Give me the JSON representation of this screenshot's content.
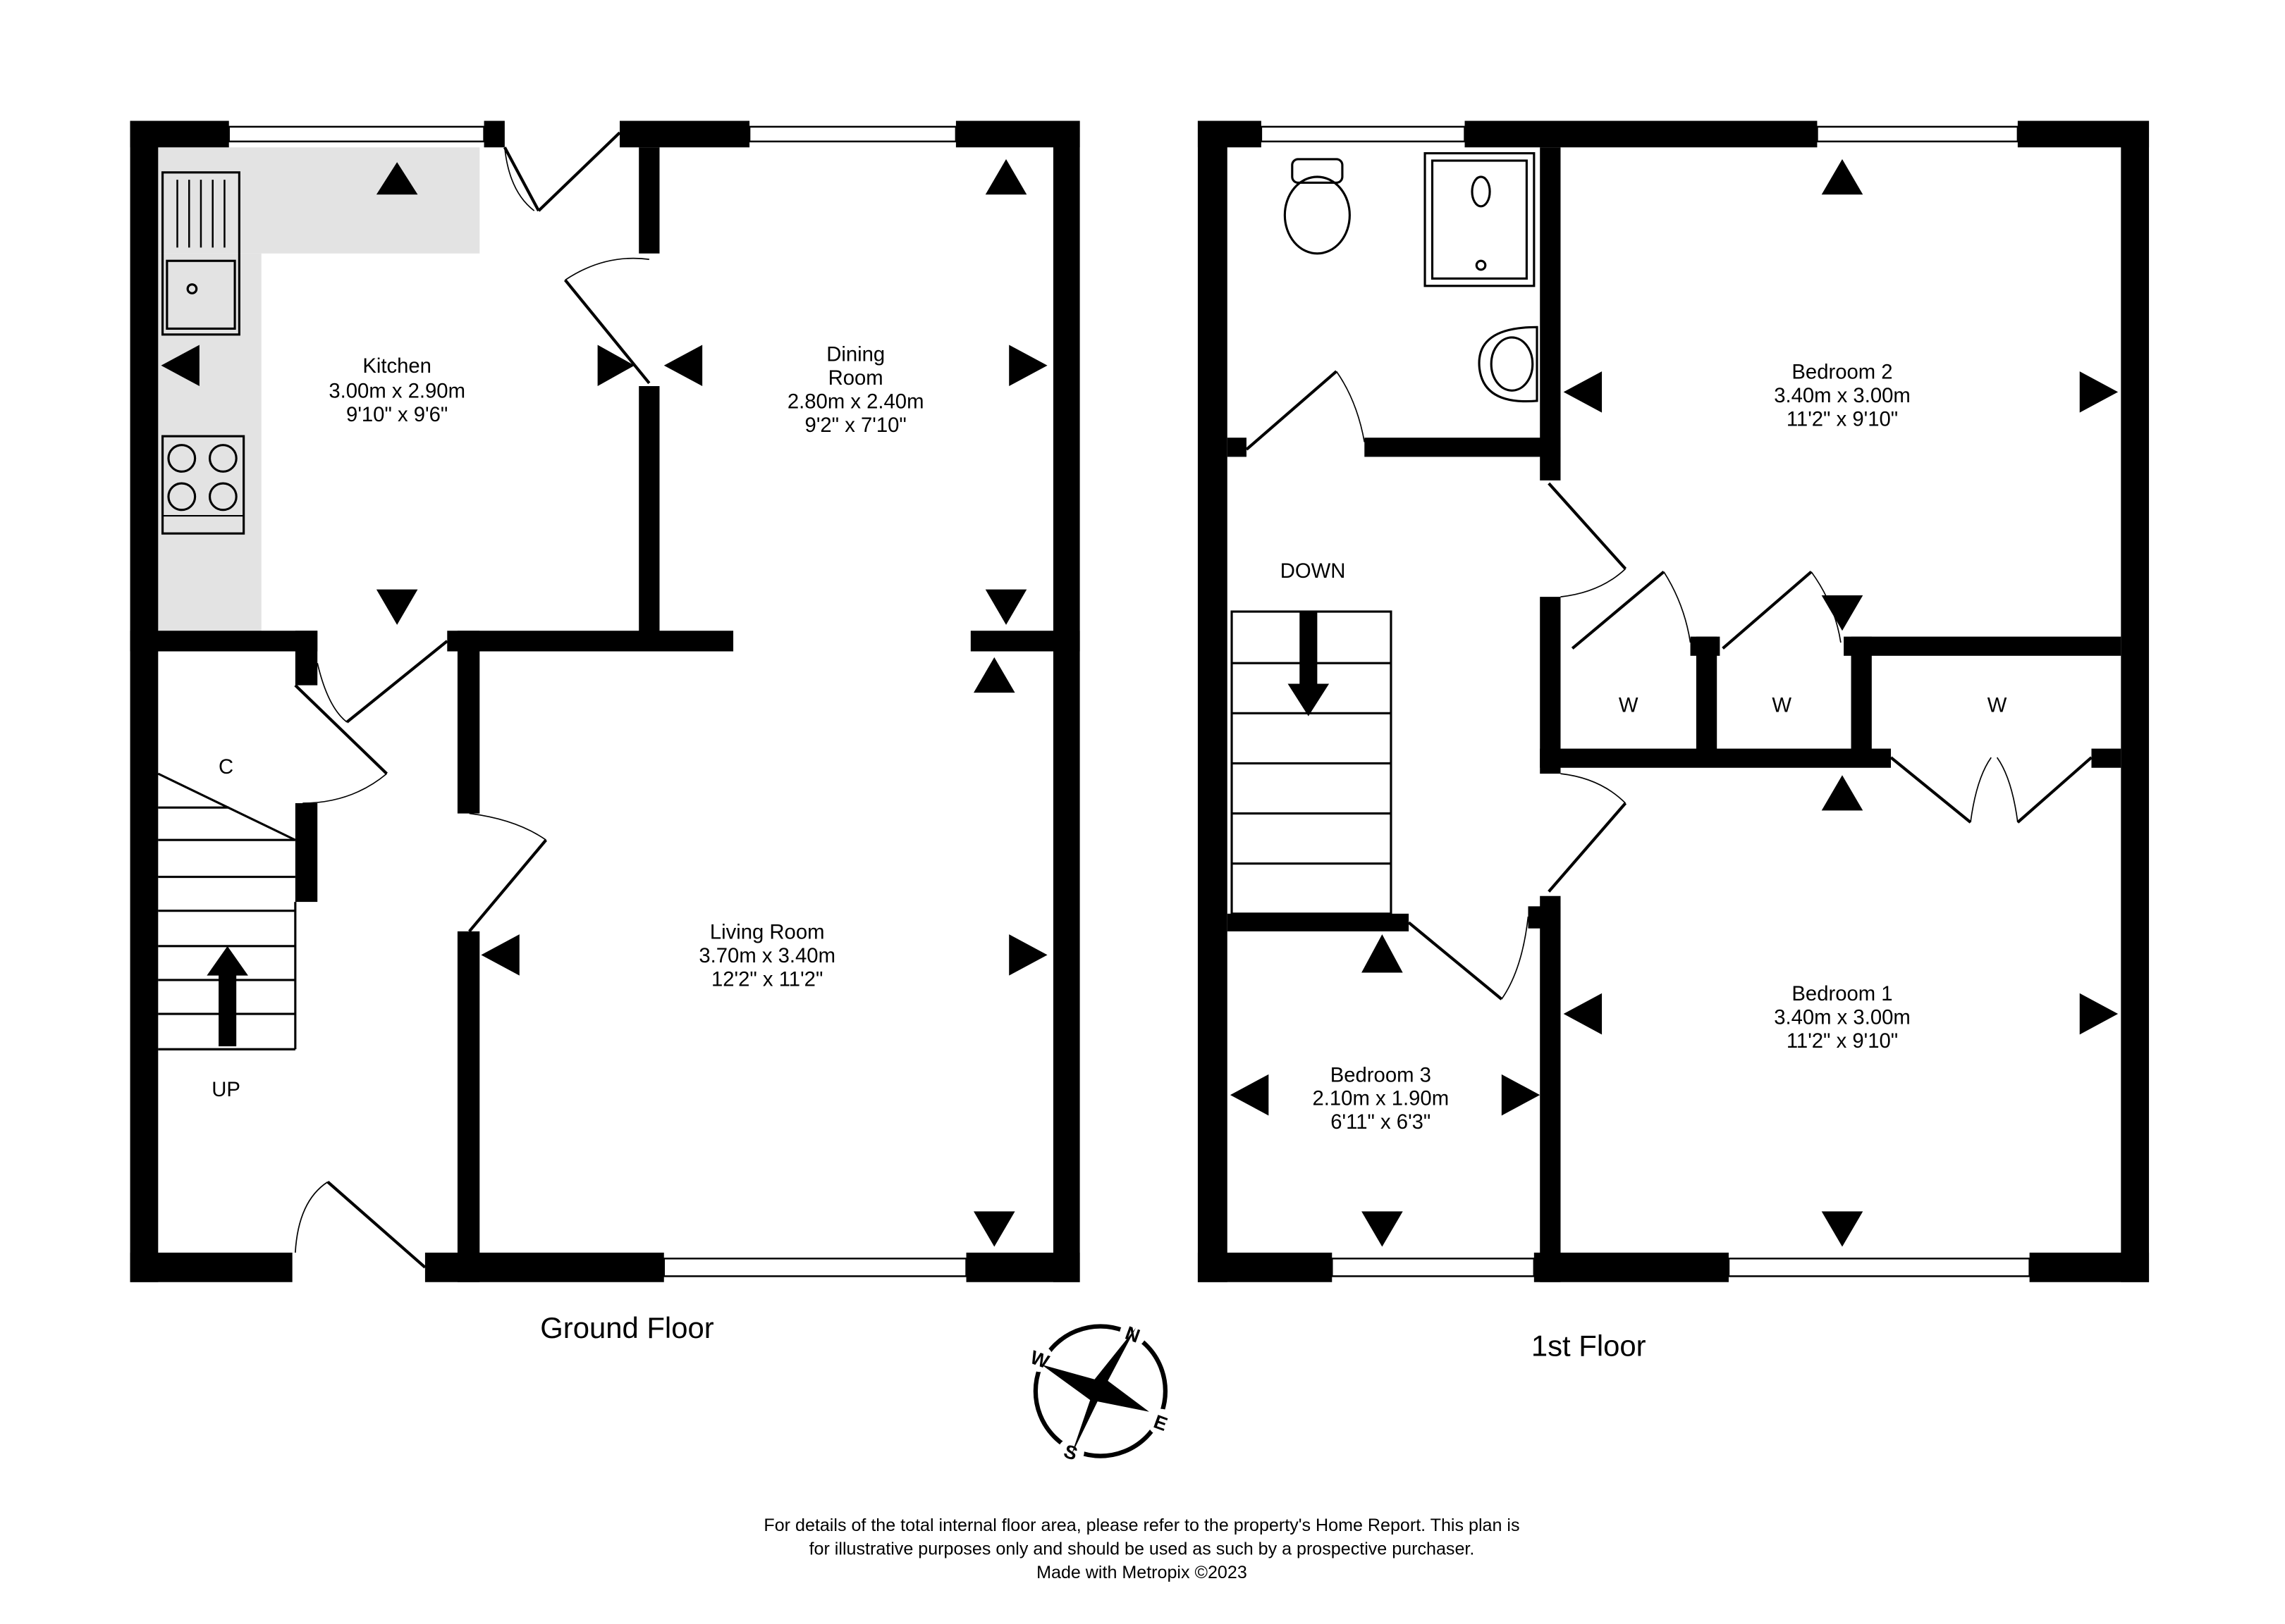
{
  "ground_floor": {
    "title": "Ground Floor",
    "rooms": [
      {
        "name": "Kitchen",
        "metric": "3.00m  x 2.90m",
        "imperial": "9'10\"  x 9'6\""
      },
      {
        "name_line1": "Dining",
        "name_line2": "Room",
        "metric": "2.80m  x 2.40m",
        "imperial": "9'2\"  x 7'10\""
      },
      {
        "name": "Living Room",
        "metric": "3.70m  x 3.40m",
        "imperial": "12'2\"  x 11'2\""
      }
    ],
    "labels": {
      "cupboard": "C",
      "stairs": "UP"
    }
  },
  "first_floor": {
    "title": "1st Floor",
    "rooms": [
      {
        "name": "Bedroom 2",
        "metric": "3.40m  x 3.00m",
        "imperial": "11'2\"  x 9'10\""
      },
      {
        "name": "Bedroom 1",
        "metric": "3.40m  x 3.00m",
        "imperial": "11'2\"  x 9'10\""
      },
      {
        "name": "Bedroom 3",
        "metric": "2.10m  x 1.90m",
        "imperial": "6'11\"  x 6'3\""
      }
    ],
    "labels": {
      "stairs": "DOWN",
      "wardrobe1": "W",
      "wardrobe2": "W",
      "wardrobe3": "W"
    }
  },
  "compass": {
    "n": "N",
    "e": "E",
    "s": "S",
    "w": "W"
  },
  "disclaimer": {
    "line1": "For details of the total internal floor area, please refer to the property's Home Report. This plan is",
    "line2": "for illustrative purposes only and should be used as such by a prospective purchaser.",
    "line3": "Made with Metropix ©2023"
  }
}
